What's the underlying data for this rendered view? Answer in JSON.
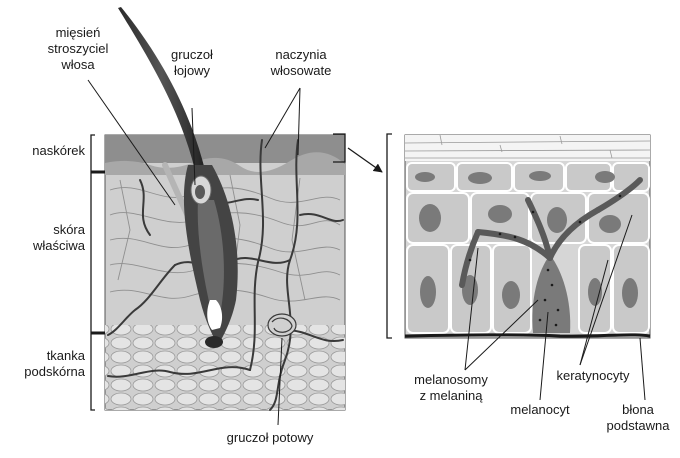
{
  "labels": {
    "miesien": "mięsień\nstroszyciel\nwłosa",
    "gruczol_lojowy": "gruczoł\nłojowy",
    "naczynia": "naczynia\nwłosowate",
    "naskorek": "naskórek",
    "skora_wlasciwa": "skóra\nwłaściwa",
    "tkanka_podskorna": "tkanka\npodskórna",
    "gruczol_potowy": "gruczoł potowy",
    "melanosomy": "melanosomy\nz melaniną",
    "melanocyt": "melanocyt",
    "keratynocyty": "keratynocyty",
    "blona": "błona\npodstawna"
  }
}
